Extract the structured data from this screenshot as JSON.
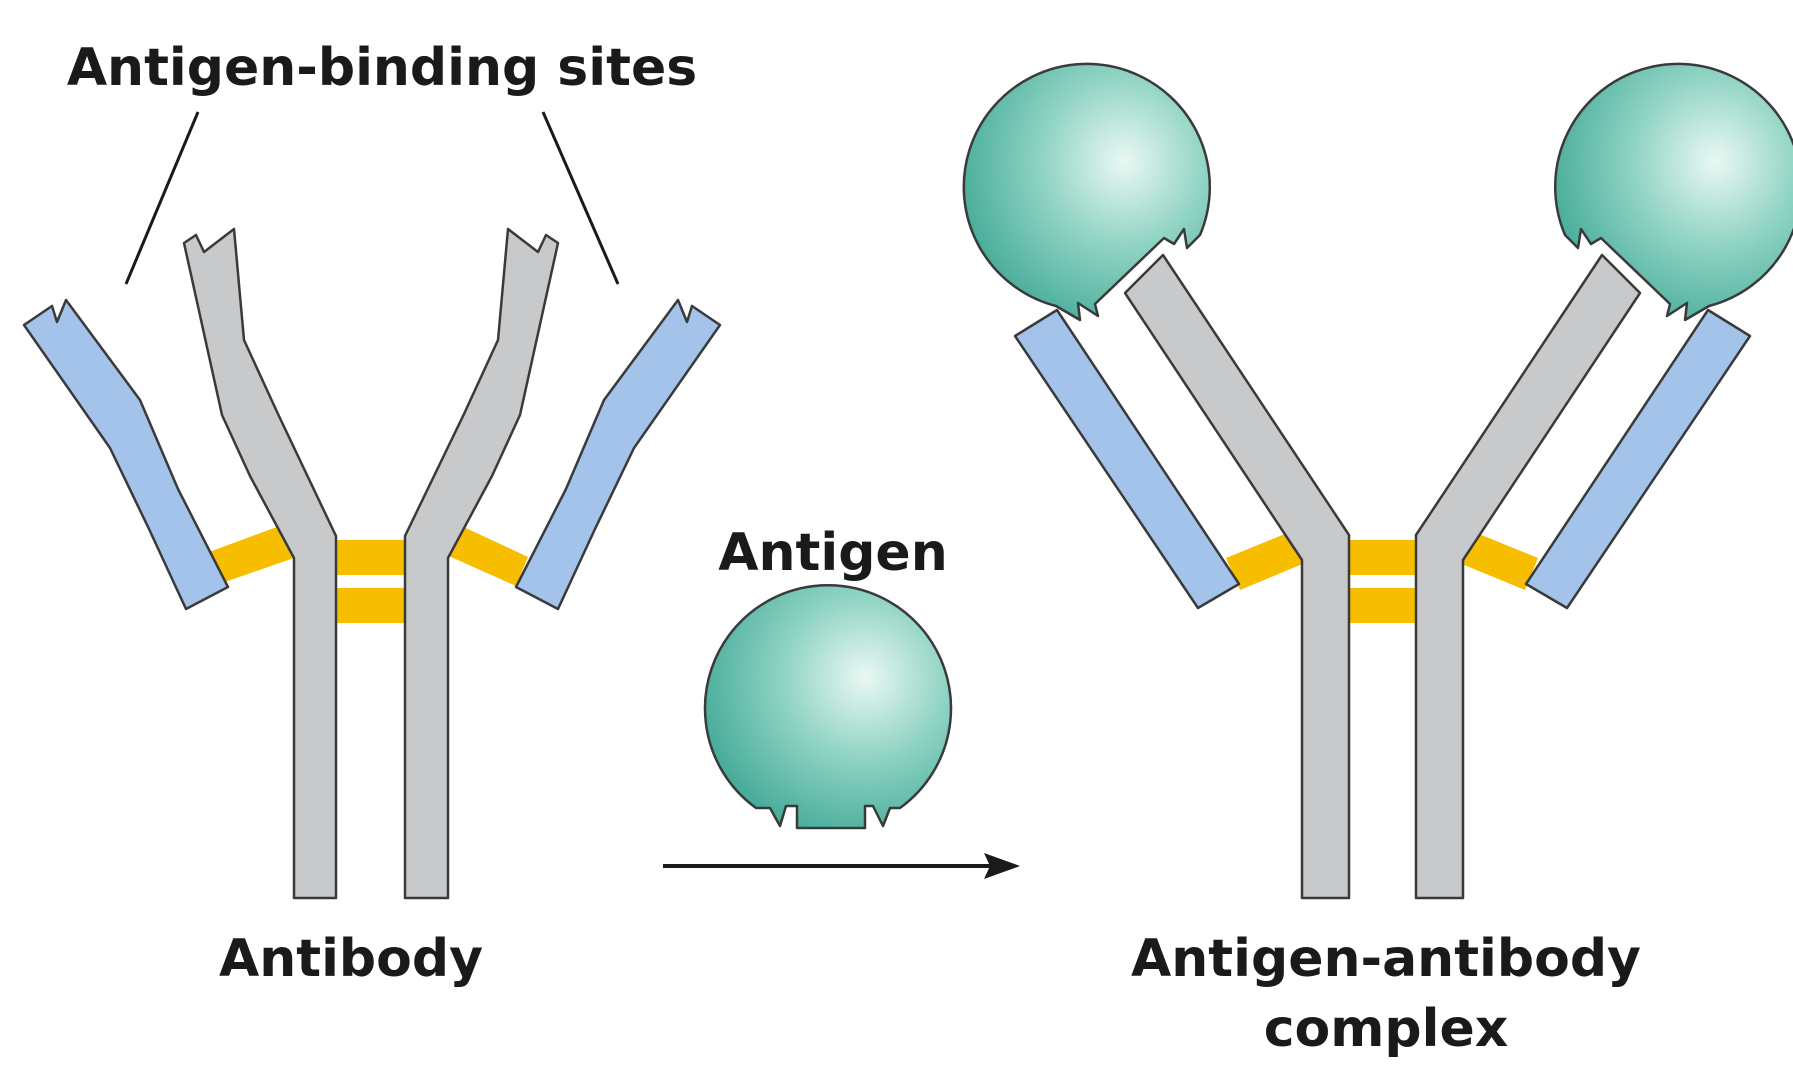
{
  "labels": {
    "binding_sites": "Antigen-binding sites",
    "antibody": "Antibody",
    "antigen": "Antigen",
    "complex_line1": "Antigen-antibody",
    "complex_line2": "complex"
  },
  "colors": {
    "heavy_chain": "#c8c9cb",
    "light_chain": "#a3c3ea",
    "disulfide_bond": "#f7be00",
    "antigen_light": "#e9f8f4",
    "antigen_dark": "#3aa592",
    "outline": "#3a3a3a",
    "text": "#1a1a1a"
  }
}
